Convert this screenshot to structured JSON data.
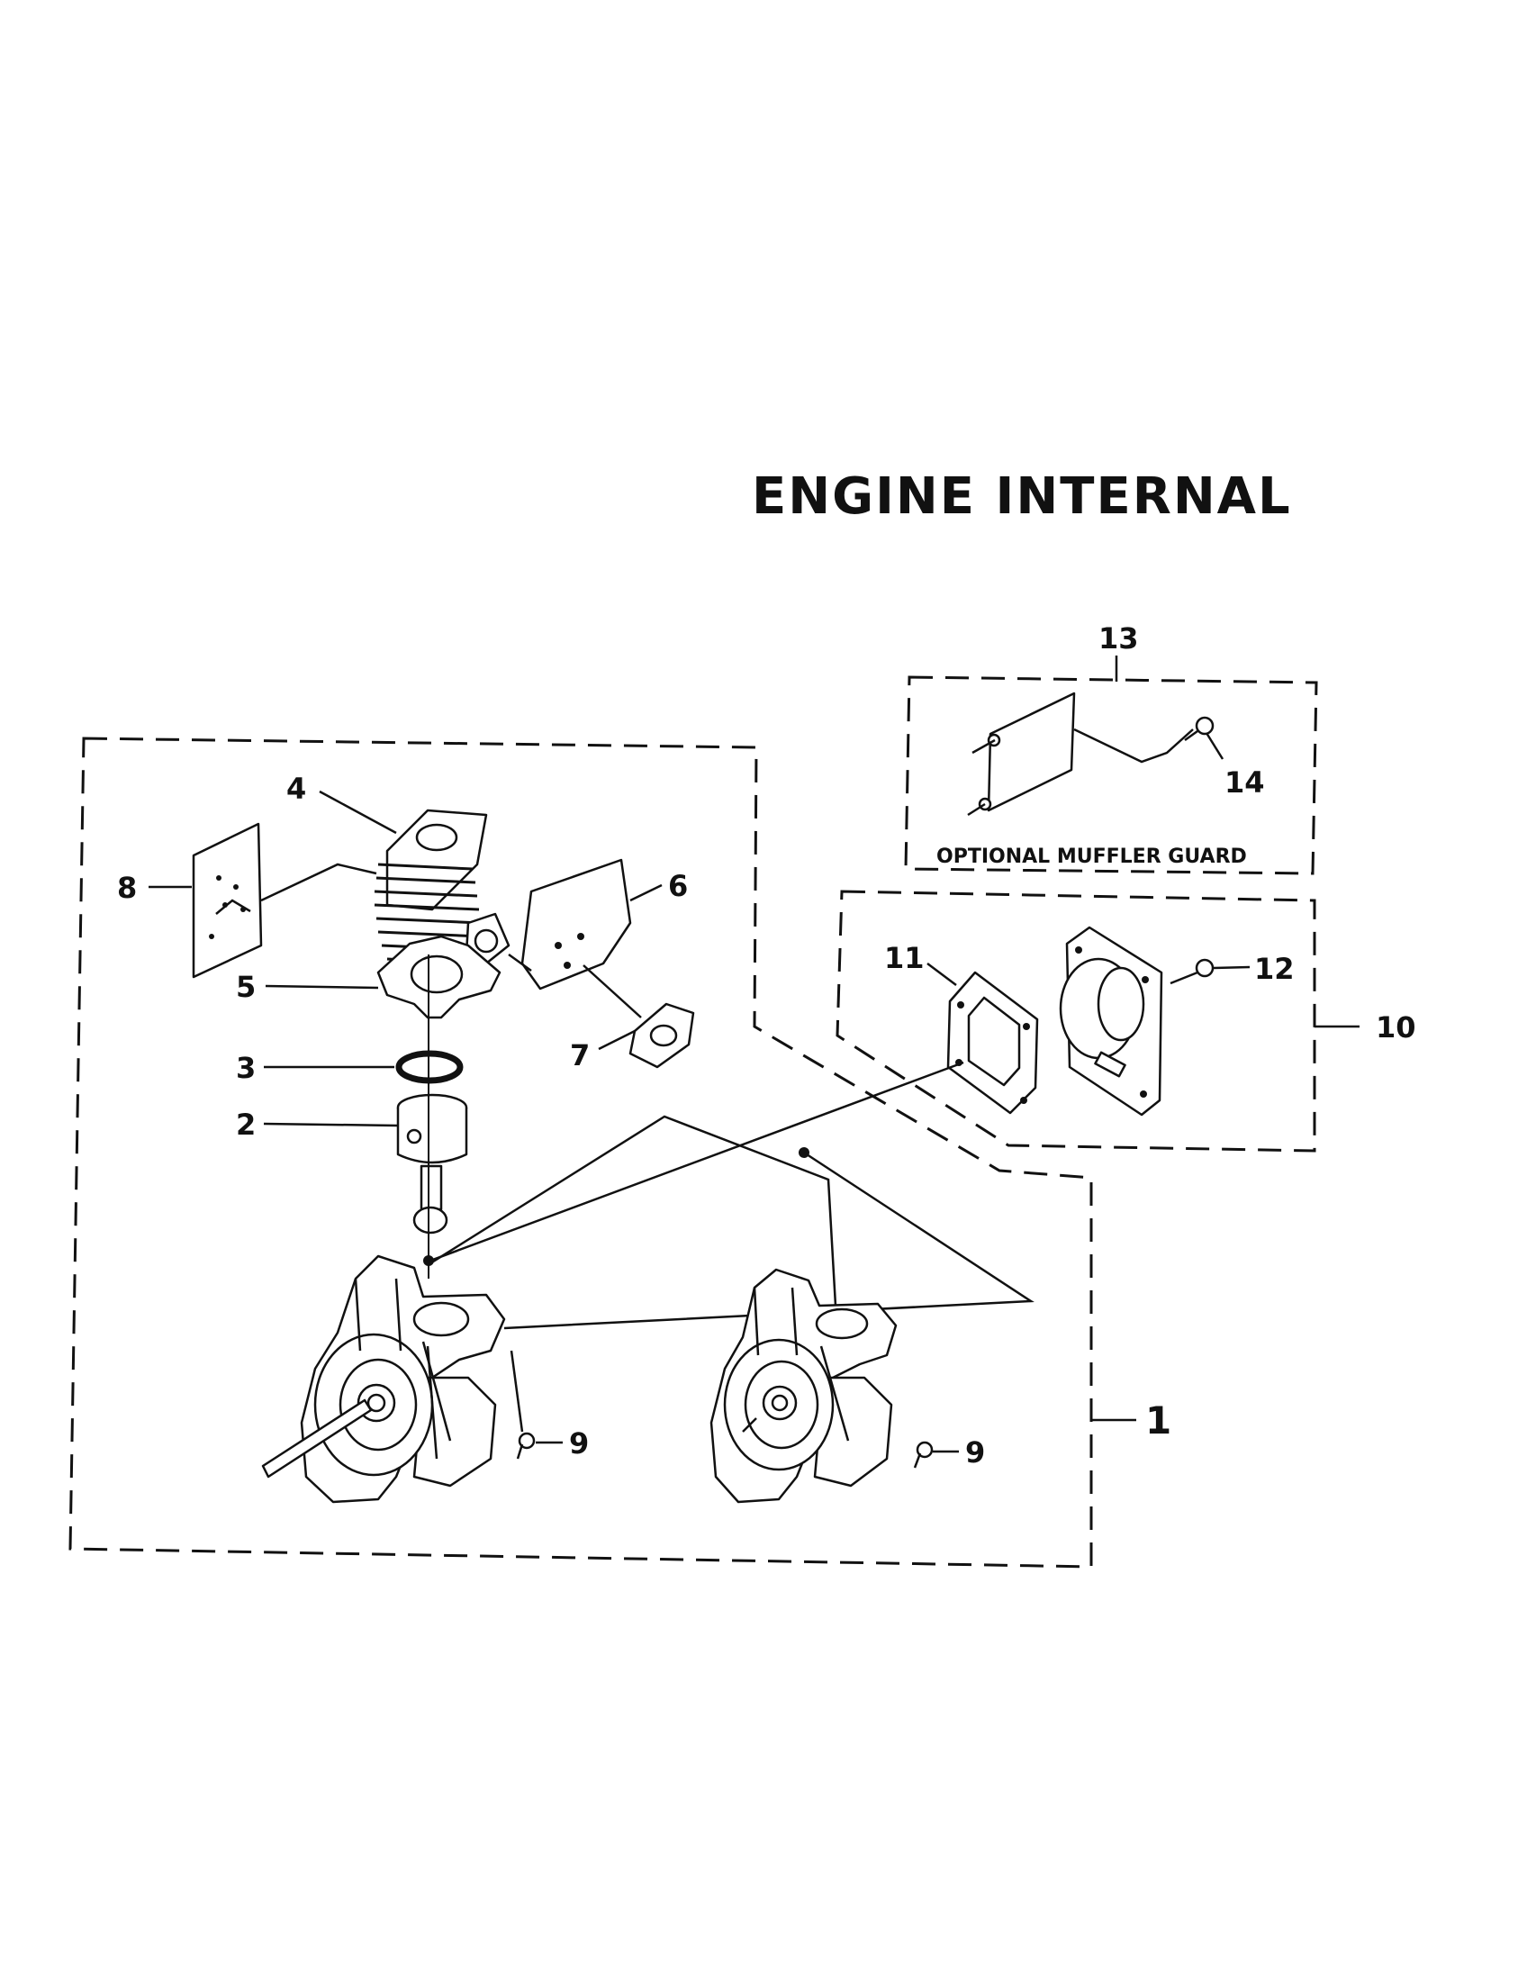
{
  "title": "ENGINE INTERNAL",
  "callouts": {
    "c1": "1",
    "c2": "2",
    "c3": "3",
    "c4": "4",
    "c5": "5",
    "c6": "6",
    "c7": "7",
    "c8": "8",
    "c9a": "9",
    "c9b": "9",
    "c10": "10",
    "c11": "11",
    "c12": "12",
    "c13": "13",
    "c14": "14"
  },
  "muffler_guard_caption": "OPTIONAL MUFFLER GUARD",
  "icons": [
    "cylinder",
    "piston",
    "piston-ring",
    "gasket",
    "crankcase",
    "muffler",
    "screw",
    "muffler-guard"
  ]
}
